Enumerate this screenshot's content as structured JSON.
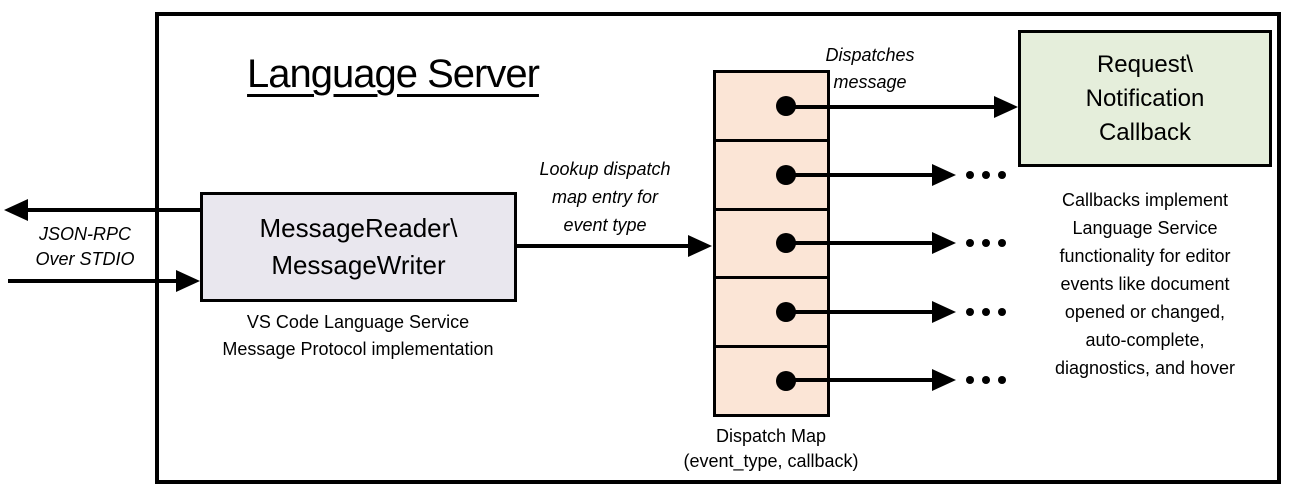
{
  "diagram": {
    "title": "Language Server",
    "io_label": {
      "line1": "JSON-RPC",
      "line2": "Over STDIO"
    },
    "reader_box": {
      "line1": "MessageReader\\",
      "line2": "MessageWriter"
    },
    "reader_caption": {
      "line1": "VS Code Language Service",
      "line2": "Message Protocol implementation"
    },
    "lookup_label": {
      "line1": "Lookup dispatch",
      "line2": "map entry for",
      "line3": "event type"
    },
    "dispatches_label": {
      "line1": "Dispatches",
      "line2": "message"
    },
    "dispatch_map": {
      "caption_line1": "Dispatch Map",
      "caption_line2": "(event_type, callback)",
      "row_count": 5,
      "ellipsis": "..."
    },
    "callback_box": {
      "line1": "Request\\",
      "line2": "Notification",
      "line3": "Callback"
    },
    "callback_caption": {
      "line1": "Callbacks implement",
      "line2": "Language Service",
      "line3": "functionality for editor",
      "line4": "events like document",
      "line5": "opened or changed,",
      "line6": "auto-complete,",
      "line7": "diagnostics, and hover"
    },
    "colors": {
      "reader_fill": "#E9E7EE",
      "dispatch_fill": "#FBE5D6",
      "callback_fill": "#E5EEDB",
      "line_color": "#000000"
    }
  }
}
